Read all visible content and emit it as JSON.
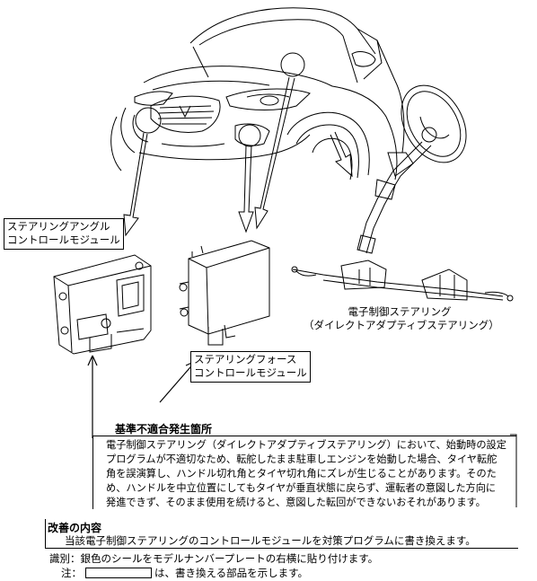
{
  "labels": {
    "steering_angle_module": [
      "ステアリングアングル",
      "コントロールモジュール"
    ],
    "steering_force_module": [
      "ステアリングフォース",
      "コントロールモジュール"
    ],
    "steering_system": [
      "電子制御ステアリング",
      "（ダイレクトアダプティブステアリング）"
    ]
  },
  "defect": {
    "title": "基準不適合発生箇所",
    "lines": [
      "電子制御ステアリング（ダイレクトアダプティブステアリング）において、始動時の設定",
      "プログラムが不適切なため、転舵したまま駐車しエンジンを始動した場合、タイヤ転舵",
      "角を誤演算し、ハンドル切れ角とタイヤ切れ角にズレが生じることがあります。そのた",
      "め、ハンドルを中立位置にしてもタイヤが垂直状態に戻らず、運転者の意図した方向に",
      "発進できず、そのまま使用を続けると、意図した転回ができないおそれがあります。"
    ]
  },
  "improvement": {
    "title": "改善の内容",
    "text": "当該電子制御ステアリングのコントロールモジュールを対策プログラムに書き換えます。"
  },
  "identification": "識別：銀色のシールをモデルナンバープレートの右横に貼り付けます。",
  "note": {
    "prefix": "注：",
    "suffix": "は、書き換える部品を示します。"
  }
}
